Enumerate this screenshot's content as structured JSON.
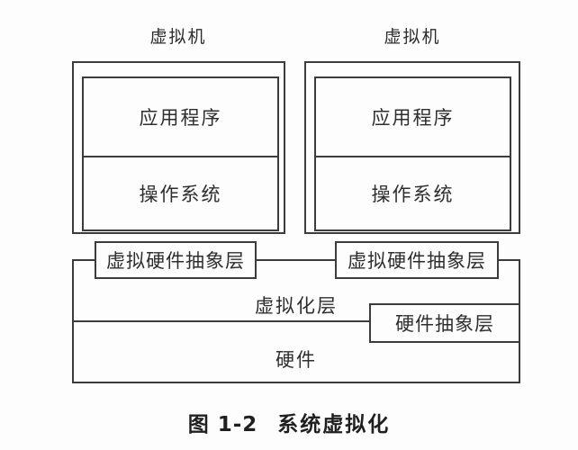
{
  "colors": {
    "background": "#fdfdfd",
    "line": "#3c3c3c",
    "text": "#2e2e2e",
    "caption_text": "#1f1f1f"
  },
  "vms": [
    {
      "label": "虚拟机",
      "layers": {
        "app": "应用程序",
        "os": "操作系统"
      },
      "vhal": "虚拟硬件抽象层"
    },
    {
      "label": "虚拟机",
      "layers": {
        "app": "应用程序",
        "os": "操作系统"
      },
      "vhal": "虚拟硬件抽象层"
    }
  ],
  "base": {
    "virtualization_layer": "虚拟化层",
    "hardware_abstraction_layer": "硬件抽象层",
    "hardware": "硬件"
  },
  "caption": {
    "number": "图 1-2",
    "title": "系统虚拟化"
  }
}
